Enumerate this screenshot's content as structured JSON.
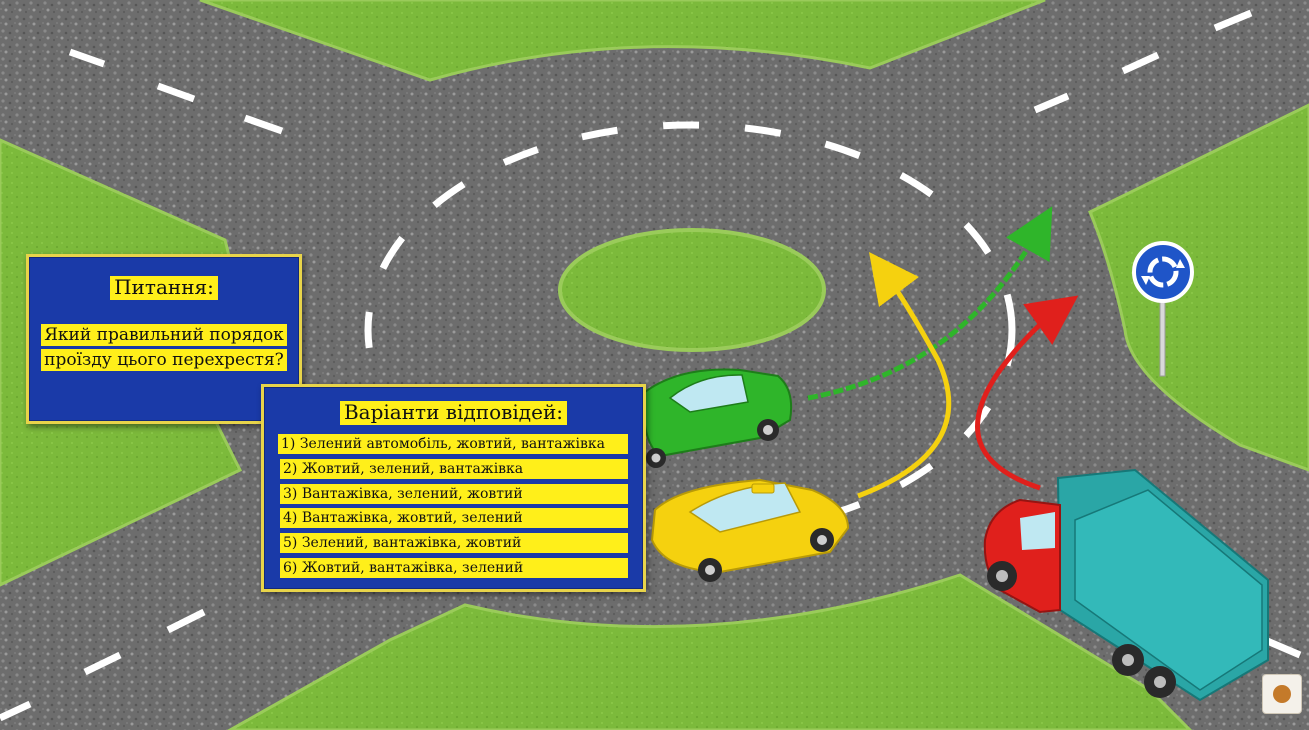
{
  "question": {
    "heading": "Питання:",
    "lines": [
      "Який правильний порядок",
      "проїзду цього перехрестя?"
    ]
  },
  "answers": {
    "heading": "Варіанти відповідей:",
    "options": [
      "1) Зелений автомобіль, жовтий, вантажівка",
      "2) Жовтий, зелений, вантажівка",
      "3) Вантажівка, зелений, жовтий",
      "4) Вантажівка, жовтий, зелений",
      "5) Зелений, вантажівка, жовтий",
      "6) Жовтий, вантажівка, зелений"
    ]
  },
  "colors": {
    "asphalt": "#707070",
    "grass": "#7dbb3c",
    "panel": "#1a3aa8",
    "highlight": "#ffef1a",
    "green_car": "#2fb52a",
    "yellow_car": "#f5d10f",
    "truck_cab": "#e0201c",
    "truck_body": "#2aa6a6",
    "green_arrow": "#2fb52a",
    "yellow_arrow": "#f5d10f",
    "red_arrow": "#e0201c",
    "sign": "#1f55c8"
  },
  "icons": [
    "roundabout-sign-icon",
    "logo-badge-icon"
  ]
}
